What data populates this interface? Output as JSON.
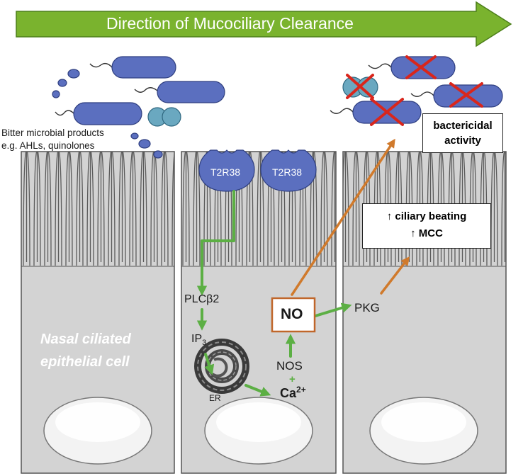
{
  "banner": {
    "text": "Direction of Mucociliary Clearance",
    "color": "#7ab32e"
  },
  "bitter_products": {
    "line1": "Bitter microbial products",
    "line2": "e.g. AHLs, quinolones"
  },
  "receptors": [
    {
      "label": "T2R38"
    },
    {
      "label": "T2R38"
    }
  ],
  "cell_label": {
    "line1": "Nasal ciliated",
    "line2": "epithelial cell"
  },
  "pathway": {
    "plc": "PLCβ2",
    "ip3_base": "IP",
    "ip3_sub": "3",
    "er": "ER",
    "plus": "+",
    "calcium_base": "Ca",
    "calcium_sup": "2+",
    "nos": "NOS",
    "no": "NO",
    "pkg": "PKG"
  },
  "outcomes": {
    "bactericidal_line1": "bactericidal",
    "bactericidal_line2": "activity",
    "ciliary_line1": "↑ ciliary beating",
    "ciliary_line2": "↑ MCC"
  },
  "colors": {
    "bacteria": "#5b6fbf",
    "bacteria_cocci": "#6aa8c0",
    "cell_fill": "#d3d3d3",
    "green_arrow": "#5caf44",
    "orange_arrow": "#d07a2c",
    "cross": "#d9261c"
  }
}
